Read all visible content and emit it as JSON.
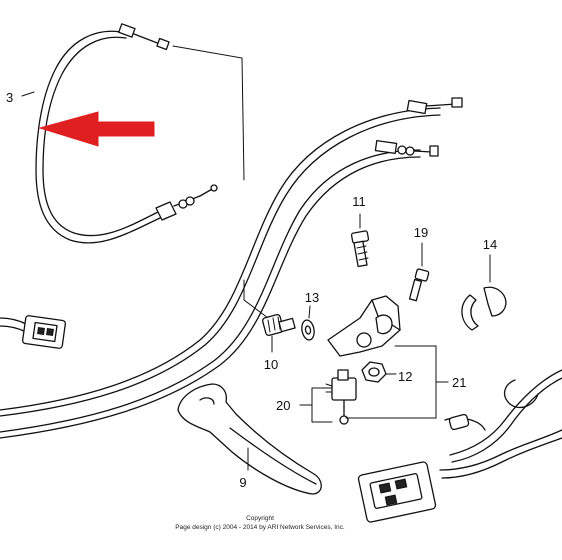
{
  "callouts": {
    "c3": "3",
    "c9": "9",
    "c10": "10",
    "c11": "11",
    "c12": "12",
    "c13": "13",
    "c14": "14",
    "c19": "19",
    "c20": "20",
    "c21": "21"
  },
  "copyright": {
    "line1": "Copyright",
    "line2": "Page design (c) 2004 - 2014 by ARI Network Services, Inc."
  },
  "colors": {
    "line": "#111111",
    "arrow": "#e02020",
    "background": "#ffffff"
  }
}
